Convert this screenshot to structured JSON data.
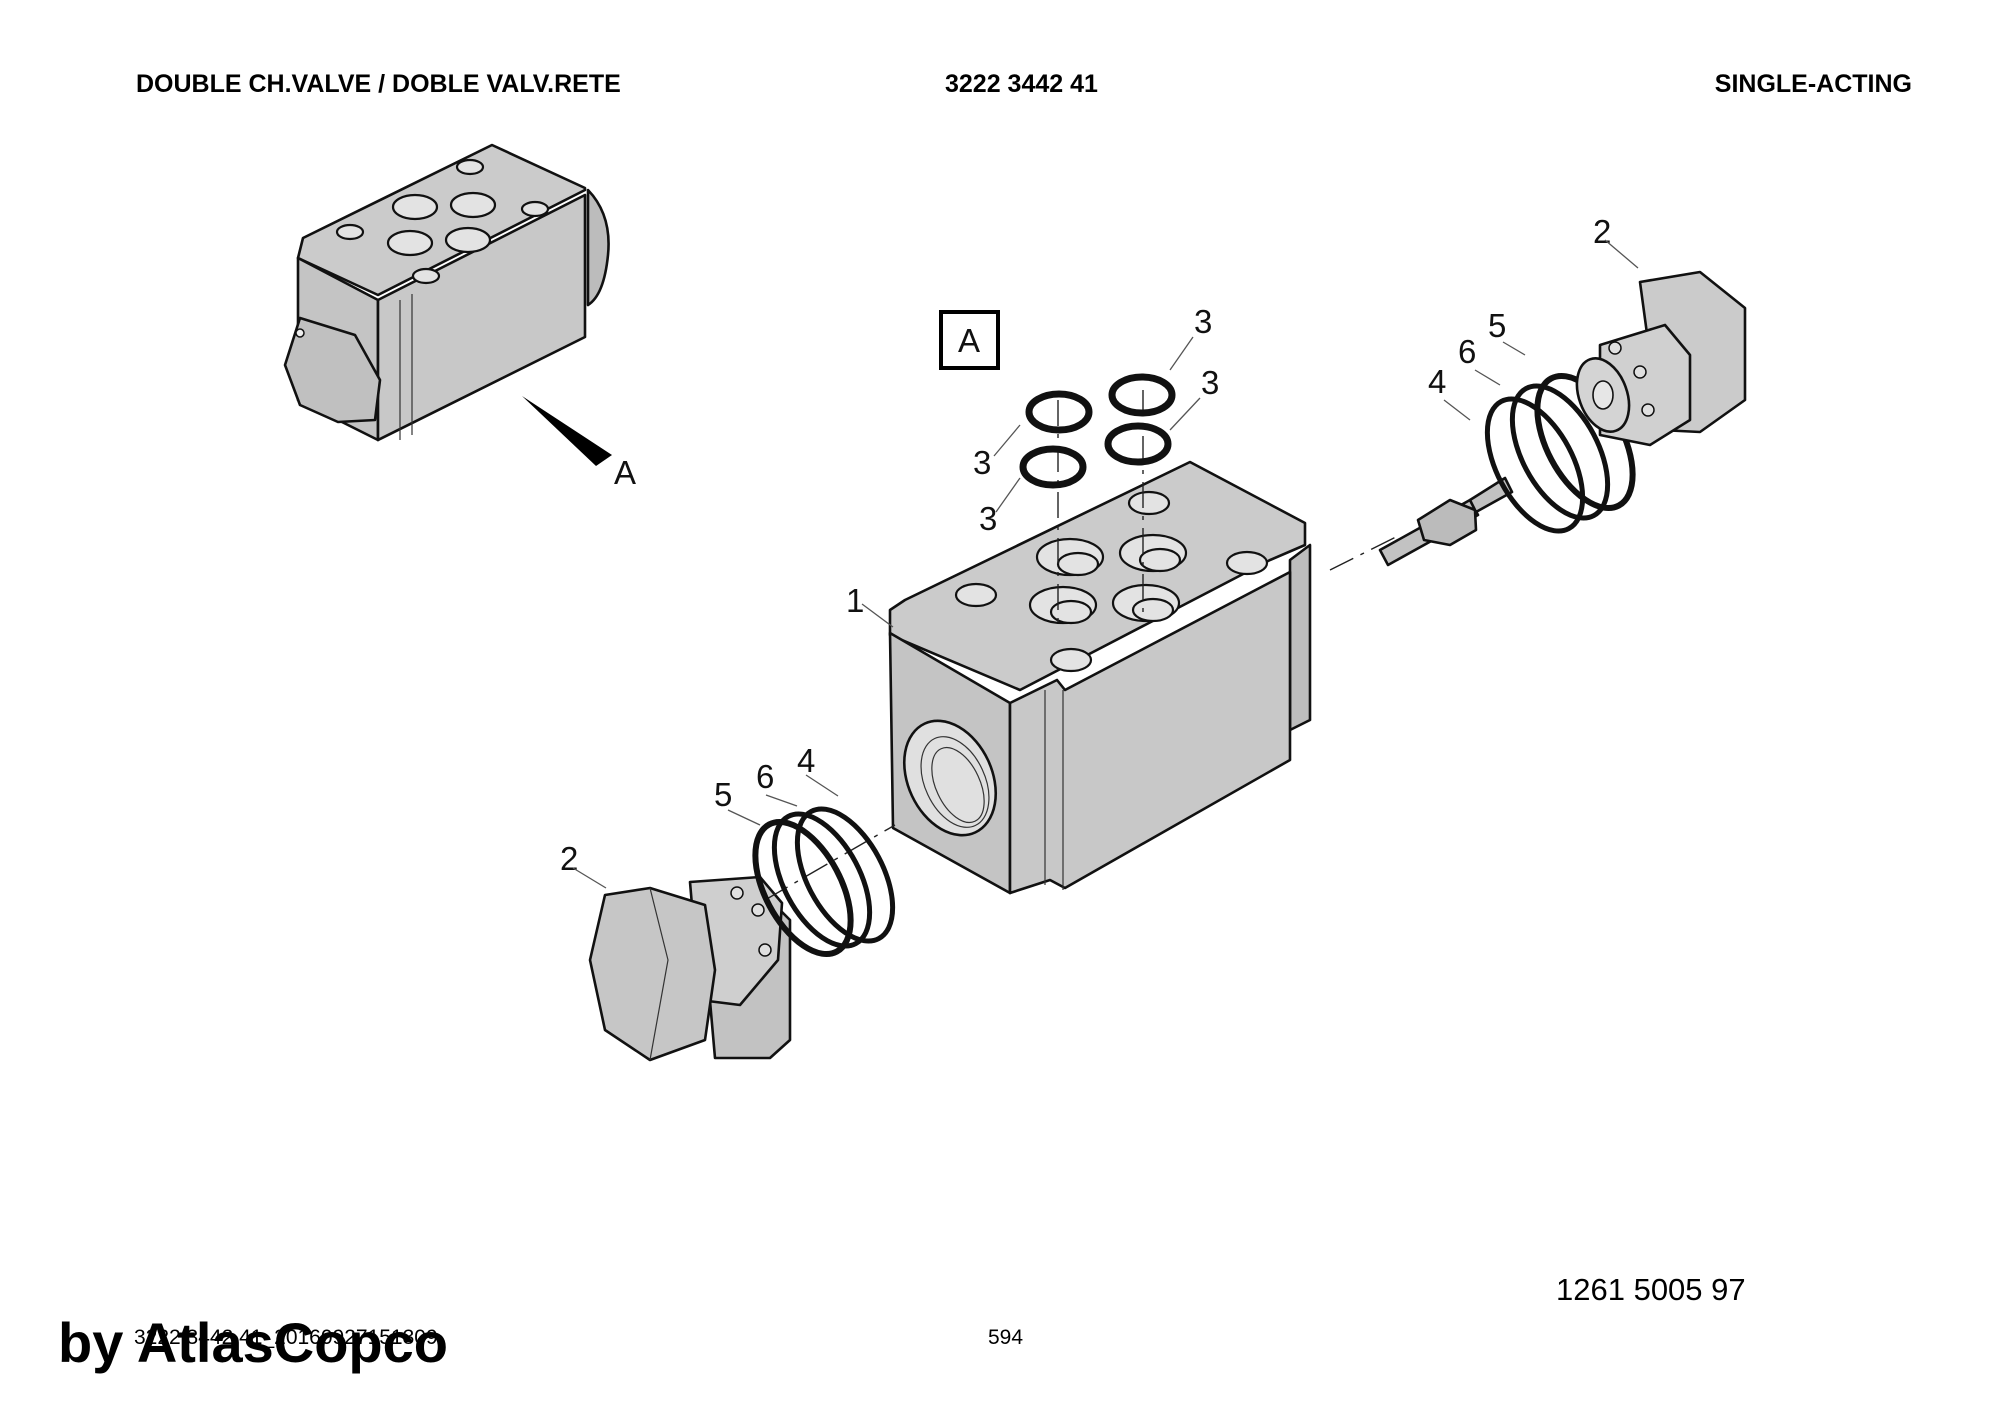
{
  "header": {
    "title": "DOUBLE CH.VALVE / DOBLE VALV.RETE",
    "code": "3222 3442 41",
    "variant": "SINGLE-ACTING"
  },
  "diagram": {
    "view_marker_label": "A",
    "view_box_label": "A",
    "callouts": {
      "body": "1",
      "plug_right": "2",
      "plug_left": "2",
      "oring_a": "3",
      "oring_b": "3",
      "oring_c": "3",
      "oring_d": "3",
      "poppet_right": "4",
      "spring_right_6": "6",
      "spring_right_5": "5",
      "left_4": "4",
      "left_6": "6",
      "left_5": "5"
    }
  },
  "footer": {
    "part_number": "1261 5005 97",
    "doc_code": "3222 3442 41_20160927151309",
    "page": "594",
    "watermark": "by AtlasCopco"
  }
}
